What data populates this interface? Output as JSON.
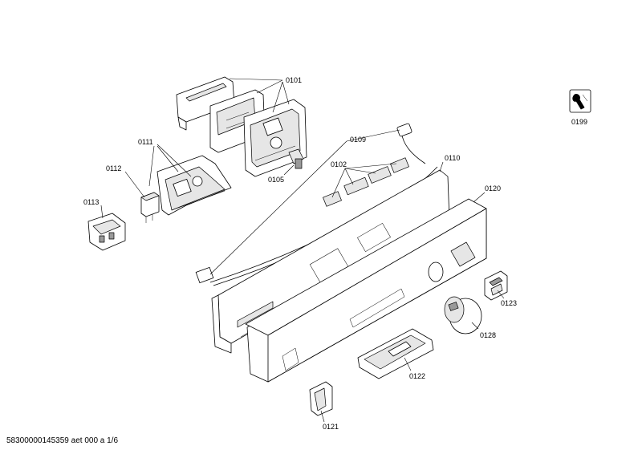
{
  "labels": {
    "p0101": "0101",
    "p0111": "0111",
    "p0112": "0112",
    "p0113": "0113",
    "p0105": "0105",
    "p0109": "0109",
    "p0102": "0102",
    "p0110": "0110",
    "p0120": "0120",
    "p0123": "0123",
    "p0128": "0128",
    "p0122": "0122",
    "p0121": "0121",
    "p0199": "0199"
  },
  "footer": "58300000145359 aet 000 a 1/6"
}
